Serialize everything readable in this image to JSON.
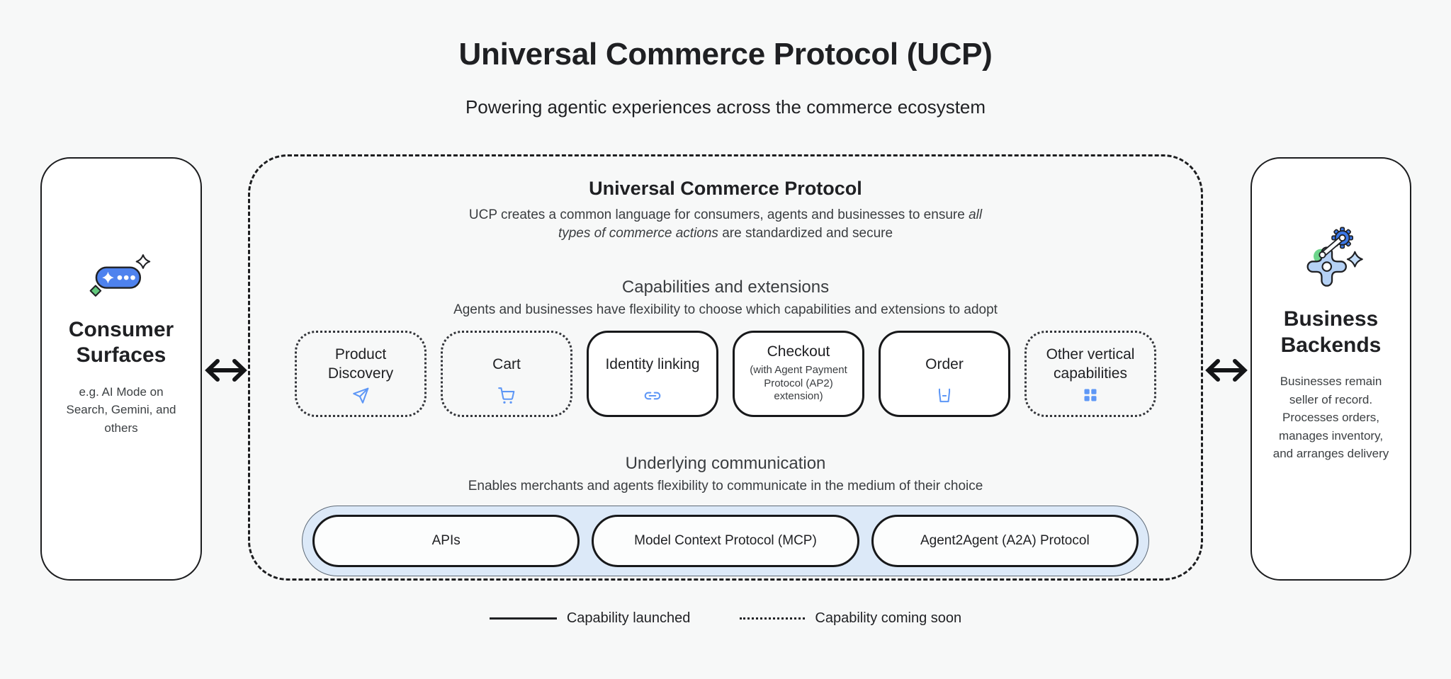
{
  "page": {
    "title": "Universal Commerce Protocol (UCP)",
    "subtitle": "Powering agentic experiences across the commerce ecosystem"
  },
  "consumer": {
    "title": "Consumer Surfaces",
    "subtitle": "e.g. AI Mode on Search, Gemini, and others",
    "icon": "ai-chat-pill-icon"
  },
  "business": {
    "title": "Business Backends",
    "subtitle": "Businesses remain seller of record. Processes orders, manages inventory, and arranges delivery",
    "icon": "gears-automation-icon"
  },
  "ucp": {
    "title": "Universal Commerce Protocol",
    "description": {
      "pre": "UCP creates a common language for consumers, agents and businesses to ensure ",
      "italic": "all types of commerce actions",
      "post": " are standardized and secure"
    },
    "capabilities": {
      "heading": "Capabilities and extensions",
      "subheading": "Agents and businesses have flexibility to choose which capabilities and extensions to adopt",
      "cards": [
        {
          "title": "Product Discovery",
          "icon": "send-icon",
          "status": "coming-soon"
        },
        {
          "title": "Cart",
          "icon": "cart-icon",
          "status": "coming-soon"
        },
        {
          "title": "Identity linking",
          "icon": "link-icon",
          "status": "launched"
        },
        {
          "title": "Checkout",
          "subtitle": "(with Agent Payment Protocol (AP2) extension)",
          "icon": "",
          "status": "launched"
        },
        {
          "title": "Order",
          "icon": "order-icon",
          "status": "launched"
        },
        {
          "title": "Other vertical capabilities",
          "icon": "grid-icon",
          "status": "coming-soon"
        }
      ]
    },
    "communication": {
      "heading": "Underlying communication",
      "subheading": "Enables merchants and agents flexibility to communicate in the medium of their choice",
      "pills": [
        "APIs",
        "Model Context Protocol (MCP)",
        "Agent2Agent (A2A) Protocol"
      ]
    }
  },
  "legend": {
    "launched": "Capability launched",
    "coming_soon": "Capability coming soon"
  },
  "colors": {
    "background": "#F7F8F8",
    "outline": "#1C1D1F",
    "text_primary": "#202124",
    "text_secondary": "#3C4043",
    "icon_blue": "#5E97F6",
    "consumer_pill_blue": "#4E82EE",
    "gear_blue": "#3B78E8",
    "light_blue_fill": "#B5D1F5",
    "container_blue": "#DCE9F8",
    "green": "#63C97D"
  }
}
